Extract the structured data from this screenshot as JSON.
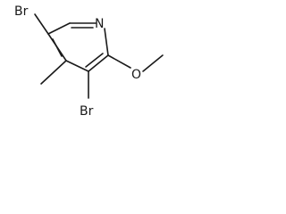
{
  "molecule": {
    "atoms": {
      "br_top": "Br",
      "br_bottom": "Br",
      "n_ring": "N",
      "o_methoxy": "O"
    }
  }
}
